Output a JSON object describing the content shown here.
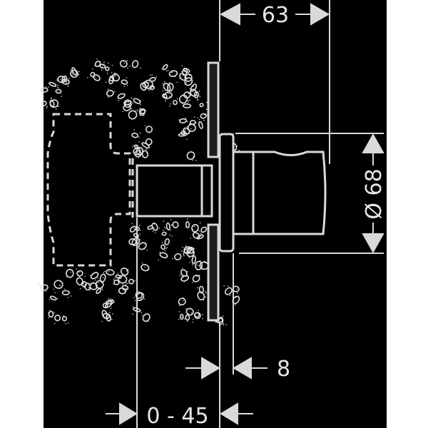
{
  "dimensions": {
    "handle_depth": "63",
    "diameter": "Ø 68",
    "rosette_thickness": "8",
    "installation_depth": "0 - 45"
  },
  "colors": {
    "background": "#000000",
    "line": "#d9d9d9",
    "plate_fill": "#1e1e1e"
  }
}
